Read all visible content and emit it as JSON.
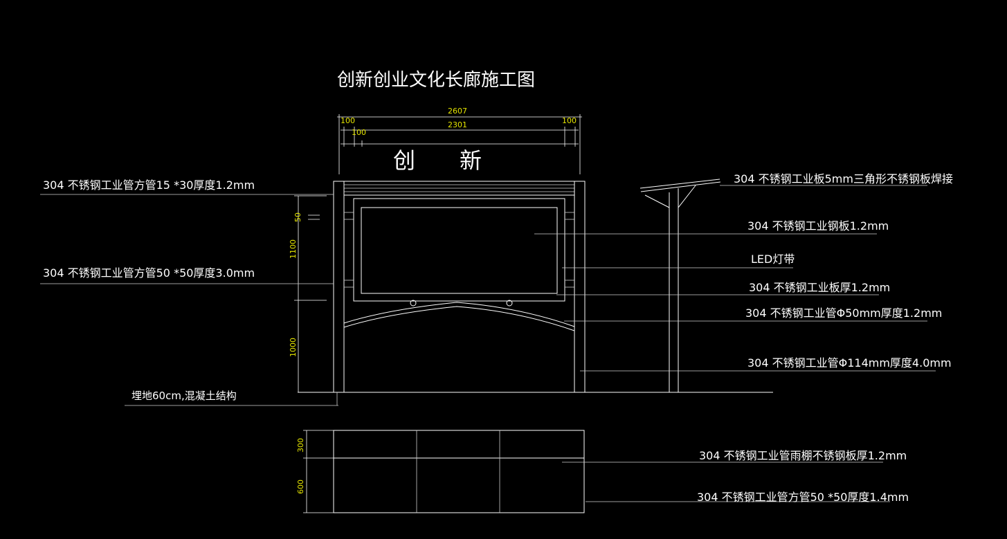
{
  "title": "创新创业文化长廊施工图",
  "sign_text": {
    "char1": "创",
    "char2": "新"
  },
  "dimensions": {
    "overall_width": "2607",
    "inner_width": "2301",
    "left_offset": "100",
    "right_offset": "100",
    "inner_offset": "100",
    "roof_height": "50",
    "panel_height": "1100",
    "base_height": "1000",
    "plan_depth_front": "300",
    "plan_depth_back": "600"
  },
  "labels": {
    "top_tube": "304 不锈钢工业管方管15 *30厚度1.2mm",
    "main_tube": "304 不锈钢工业管方管50 *50厚度3.0mm",
    "burial": "埋地60cm,混凝土结构",
    "triangle_plate": "304 不锈钢工业板5mm三角形不锈钢板焊接",
    "steel_plate": "304 不锈钢工业钢板1.2mm",
    "led": "LED灯带",
    "panel_plate": "304 不锈钢工业板厚1.2mm",
    "round_tube_50": "304 不锈钢工业管Φ50mm厚度1.2mm",
    "round_tube_114": "304 不锈钢工业管Φ114mm厚度4.0mm",
    "canopy_plate": "304 不锈钢工业管雨棚不锈钢板厚1.2mm",
    "plan_tube": "304 不锈钢工业管方管50 *50厚度1.4mm"
  },
  "colors": {
    "background": "#000000",
    "line": "#ffffff",
    "dimension_text": "#e6e600"
  }
}
